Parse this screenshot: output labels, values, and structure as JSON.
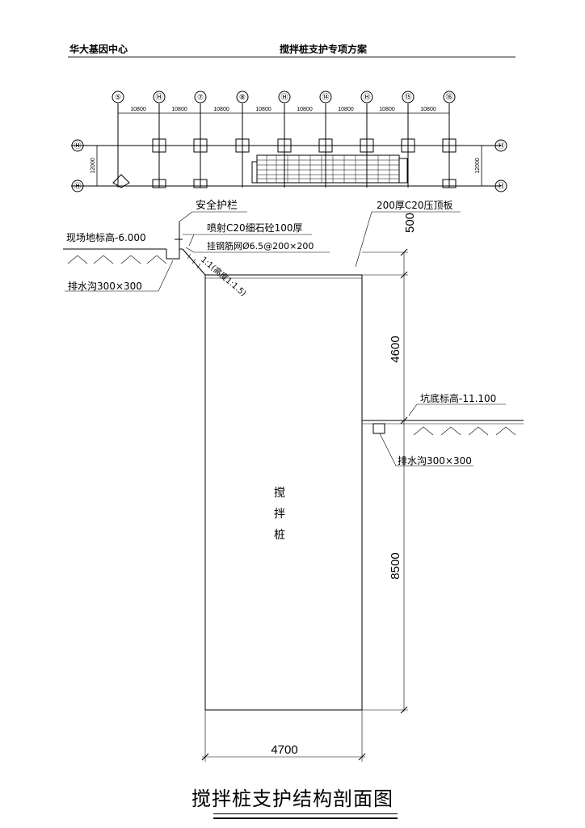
{
  "header": {
    "left": "华大基因中心",
    "center": "搅拌桩支护专项方案"
  },
  "plan": {
    "col_markers": [
      "⑤",
      "Ⓗ",
      "⑦",
      "⑧",
      "Ⓗ",
      "⑭",
      "Ⓗ",
      "⑮",
      "⑯"
    ],
    "row_markers": [
      "Ⓗ",
      "Ⓗ"
    ],
    "bay_widths": [
      "10800",
      "10800",
      "10800",
      "10800",
      "10800",
      "10800",
      "10800",
      "10800"
    ],
    "row_dim_left": "12000",
    "row_dim_right": "12000"
  },
  "section": {
    "label_guardrail": "安全护栏",
    "label_shotcrete": "喷射C20细石砼100厚",
    "label_mesh": "挂钢筋网Ø6.5@200×200",
    "label_ground": "现场地标高-6.000",
    "label_slope": "1:1(高度1:1.5)",
    "label_drain_top": "排水沟300×300",
    "label_cap": "200厚C20压顶板",
    "label_pit": "坑底标高-11.100",
    "label_drain_bottom": "排水沟300×300",
    "label_pile": [
      "搅",
      "拌",
      "桩"
    ],
    "dim_500": "500",
    "dim_4600": "4600",
    "dim_8500": "8500",
    "dim_4700": "4700"
  },
  "title": "搅拌桩支护结构剖面图"
}
